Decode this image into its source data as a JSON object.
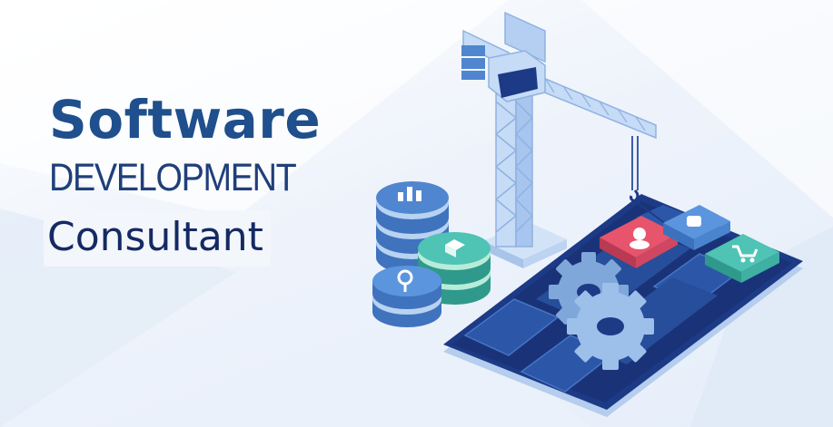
{
  "headline": {
    "line1": "Software",
    "line2": "DEVELOPMENT",
    "line3": "Consultant"
  },
  "colors": {
    "title_blue": "#1f4f8c",
    "subtitle_blue": "#1f3f7a",
    "dark_navy": "#152a63",
    "crane_light": "#b9d3f3",
    "phone_dark": "#16307a",
    "app_red": "#e7546b",
    "app_teal": "#4fc3b4",
    "app_blue": "#5b95de"
  },
  "icons": [
    "crane-icon",
    "server-stack-icon",
    "bar-chart-icon",
    "cube-icon",
    "search-icon",
    "gear-icon",
    "user-app-icon",
    "chat-app-icon",
    "cart-app-icon",
    "smartphone-icon"
  ]
}
